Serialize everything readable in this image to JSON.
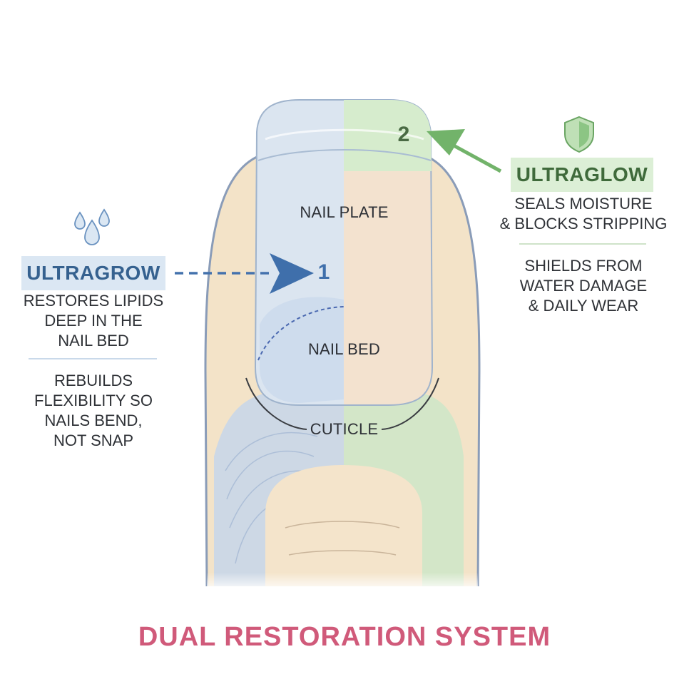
{
  "title": "DUAL RESTORATION SYSTEM",
  "labels": {
    "nail_plate": "NAIL PLATE",
    "nail_bed": "NAIL BED",
    "cuticle": "CUTICLE",
    "marker_1": "1",
    "marker_2": "2"
  },
  "ultragrow": {
    "name": "ULTRAGROW",
    "line1": "RESTORES LIPIDS",
    "line2": "DEEP IN THE",
    "line3": "NAIL BED",
    "line4": "REBUILDS",
    "line5": "FLEXIBILITY SO",
    "line6": "NAILS BEND,",
    "line7": "NOT SNAP",
    "icon": "water-drops-icon",
    "color": "#3c6ea8"
  },
  "ultraglow": {
    "name": "ULTRAGLOW",
    "line1": "SEALS MOISTURE",
    "line2": "& BLOCKS STRIPPING",
    "line3": "SHIELDS FROM",
    "line4": "WATER DAMAGE",
    "line5": "& DAILY WEAR",
    "icon": "shield-icon",
    "color": "#6ab064"
  },
  "title_color": "#d05a7a"
}
